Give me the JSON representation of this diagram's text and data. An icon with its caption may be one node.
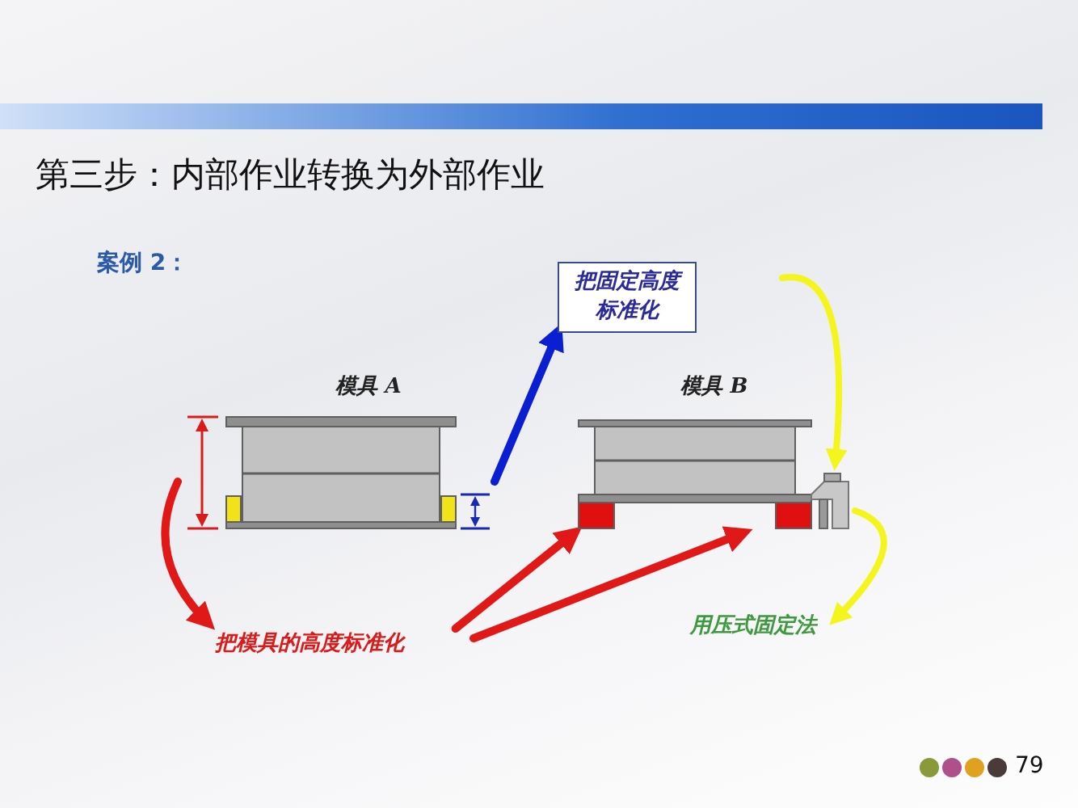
{
  "diagram": {
    "title": "第三步：内部作业转换为外部作业",
    "nodes": [
      {
        "text": [
          "把固定高度标准化"
        ]
      },
      {
        "text": [
          "模具 A"
        ]
      },
      {
        "text": [
          "模具 B"
        ]
      },
      {
        "text": [
          "把模具的高度标准化"
        ]
      },
      {
        "text": [
          "用压式固定法"
        ]
      }
    ],
    "edges": [
      {
        "from": 1,
        "to": 3,
        "arrow": "to"
      },
      {
        "from": 3,
        "to": 2,
        "arrow": "to"
      },
      {
        "from": 3,
        "to": 2,
        "arrow": "to"
      },
      {
        "from": 1,
        "to": 0,
        "arrow": "to",
        "color": "#0a1ed2"
      },
      {
        "from": null,
        "to": 2,
        "arrow": "to",
        "color": "#f5f51e"
      },
      {
        "from": 2,
        "to": 4,
        "arrow": "to",
        "color": "#f5f51e"
      }
    ],
    "labels": [
      "案例 2：",
      "79"
    ]
  }
}
